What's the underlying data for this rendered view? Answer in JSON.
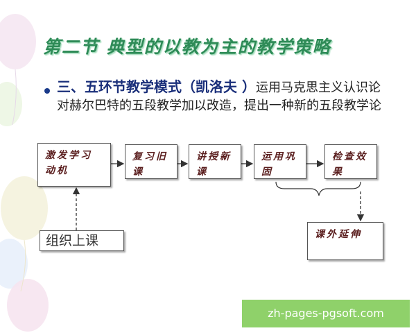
{
  "title": "第二节 典型的以教为主的教学策略",
  "bullet": {
    "heading": "三、五环节教学模式（凯洛夫 ）",
    "body": "运用马克思主义认识论对赫尔巴特的五段教学加以改造，提出一种新的五段教学论"
  },
  "flow": {
    "start": "激发学习动机",
    "steps": [
      "复习旧课",
      "讲授新课",
      "运用巩固",
      "检查效果"
    ],
    "extension": "课外延伸",
    "organize": "组织上课"
  },
  "watermark": "zh-pages-pgsoft.com",
  "colors": {
    "title": "#2e8b57",
    "heading": "#1a2f7a",
    "node_text": "#5a1e1e",
    "watermark_bg": "#8fd16a"
  }
}
